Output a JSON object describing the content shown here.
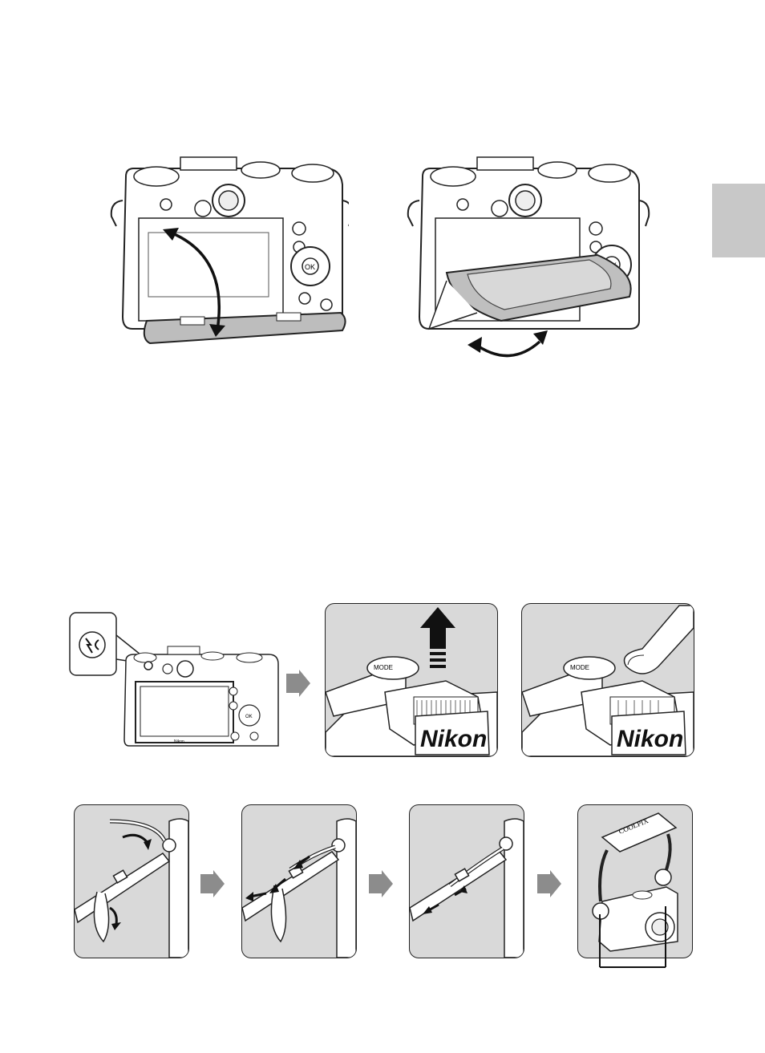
{
  "side_tab": {
    "color": "#c8c8c8"
  },
  "monitor_figures": {
    "left": {
      "title": ""
    },
    "right": {
      "title": ""
    }
  },
  "flash_sequence": {
    "button_icon": "flash-pop-up-button-icon",
    "brand_text": "Nikon",
    "steps": [
      "camera-back",
      "flash-raise",
      "flash-lower"
    ]
  },
  "strap_sequence": {
    "brand_text": "COOLPIX",
    "steps": [
      "strap-step-1",
      "strap-step-2",
      "strap-step-3",
      "strap-step-4"
    ]
  },
  "colors": {
    "panel_bg": "#d9d9d9",
    "arrow_gray": "#8c8c8c",
    "line": "#222222",
    "tab": "#c8c8c8"
  }
}
